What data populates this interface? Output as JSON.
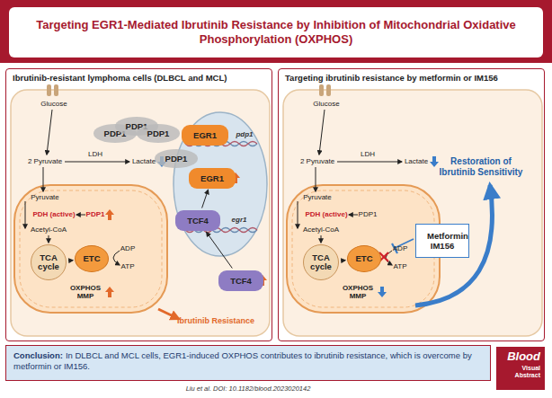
{
  "diagram": {
    "title": "Targeting EGR1-Mediated Ibrutinib Resistance by Inhibition of Mitochondrial Oxidative Phosphorylation (OXPHOS)",
    "nodes": [
      {
        "text": [
          "Ibrutinib-resistant lymphoma cells (DLBCL and MCL)"
        ]
      },
      {
        "text": [
          "TCA cycle"
        ],
        "in": 0
      },
      {
        "text": [
          "ETC"
        ],
        "in": 0
      },
      {
        "text": [
          "PDP1"
        ],
        "in": 0
      },
      {
        "text": [
          "PDP1"
        ],
        "in": 0
      },
      {
        "text": [
          "PDP1"
        ],
        "in": 0
      },
      {
        "text": [
          "PDP1"
        ],
        "in": 0
      },
      {
        "text": [
          "EGR1"
        ],
        "in": 0
      },
      {
        "text": [
          "EGR1"
        ],
        "in": 0
      },
      {
        "text": [
          "TCF4"
        ],
        "in": 0
      },
      {
        "text": [
          "TCF4"
        ],
        "in": 0
      },
      {
        "text": [
          "Targeting ibrutinib resistance by metformin or IM156"
        ]
      },
      {
        "text": [
          "TCA cycle"
        ],
        "in": 11
      },
      {
        "text": [
          "ETC"
        ],
        "in": 11
      },
      {
        "text": [
          "Metformin IM156"
        ],
        "in": 11
      },
      {
        "text": [
          "Conclusion:",
          "In DLBCL and MCL cells, EGR1-induced OXPHOS contributes to ibrutinib resistance, which is overcome by metformin or IM156."
        ]
      },
      {
        "text": [
          "Blood",
          "Visual Abstract"
        ]
      }
    ],
    "edges": [
      {
        "from": 1,
        "to": 2,
        "arrow": "to"
      },
      {
        "from": 9,
        "to": 8,
        "arrow": "to"
      },
      {
        "from": 10,
        "to": 9,
        "arrow": "to"
      },
      {
        "from": 12,
        "to": 13,
        "arrow": "to"
      }
    ],
    "labels": [
      "Glucose",
      "2 Pyruvate",
      "LDH",
      "Lactate",
      "Pyruvate",
      "PDH (active)",
      "PDP1",
      "Acetyl-CoA",
      "ADP",
      "ATP",
      "OXPHOS MMP",
      "pdp1",
      "egr1",
      "Ibrutinib Resistance",
      "Glucose",
      "2 Pyruvate",
      "LDH",
      "Lactate",
      "Pyruvate",
      "PDH (active)",
      "PDP1",
      "Acetyl-CoA",
      "ADP",
      "ATP",
      "OXPHOS MMP",
      "Restoration of Ibrutinib Sensitivity",
      "Liu et al. DOI: 10.1182/blood.2023020142"
    ]
  }
}
